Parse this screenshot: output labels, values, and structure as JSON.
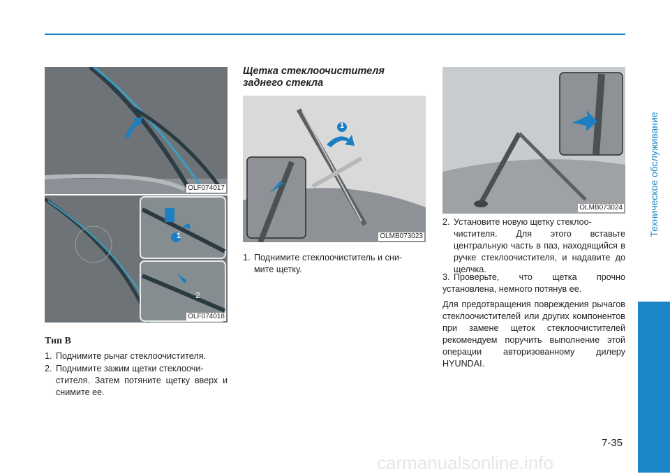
{
  "side_tab": {
    "label": "Техническое обслуживание",
    "color": "#1b86c8"
  },
  "figures": {
    "fig1": {
      "code": "OLF074017"
    },
    "fig2": {
      "code": "OLF074018",
      "callouts": [
        "1",
        "2"
      ]
    },
    "fig3": {
      "code": "OLMB073023",
      "callouts": [
        "1"
      ]
    },
    "fig4": {
      "code": "OLMB073024"
    }
  },
  "left": {
    "heading": "Тип B",
    "items": [
      {
        "num": "1.",
        "text": "Поднимите рычаг стеклоочистителя."
      },
      {
        "num": "2.",
        "text": "Поднимите зажим щетки стеклоочи-",
        "cont": "стителя. Затем потяните щетку вверх и снимите ее."
      }
    ]
  },
  "middle": {
    "heading": "Щетка стеклоочистителя заднего стекла",
    "items": [
      {
        "num": "1.",
        "text": "Поднимите стеклоочиститель и сни-",
        "cont": "мите щетку."
      }
    ]
  },
  "right": {
    "items": [
      {
        "num": "2.",
        "text": "Установите новую щетку стеклоо-",
        "cont": "чистителя. Для этого вставьте центральную часть в паз, находящийся в ручке стеклоочистителя, и надавите до щелчка."
      },
      {
        "num": "3.",
        "text": "Проверьте, что щетка прочно установлена, немного потянув ее."
      }
    ],
    "note": "Для предотвращения повреждения рычагов стеклоочистителей или других компонентов при замене щеток стеклоочистителей рекомендуем поручить выполнение этой операции авторизованному дилеру HYUNDAI."
  },
  "page_number": "7-35",
  "watermark": "carmanualsonline.info"
}
